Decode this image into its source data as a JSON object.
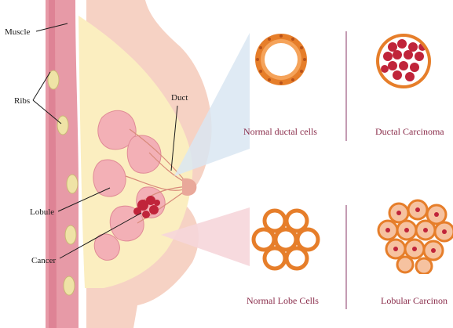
{
  "labels": {
    "muscle": "Muscle",
    "ribs": "Ribs",
    "duct": "Duct",
    "lobule": "Lobule",
    "cancer": "Cancer"
  },
  "panels": {
    "normal_ductal": "Normal ductal cells",
    "ductal_carcinoma": "Ductal Carcinoma",
    "normal_lobe": "Normal Lobe Cells",
    "lobular_carcinoma": "Lobular Carcinon"
  },
  "colors": {
    "skin": "#f6d2c4",
    "fat": "#fbeec0",
    "muscle": "#e79aa7",
    "rib": "#efe3a6",
    "lobe": "#f3b0b6",
    "tumor": "#c0243a",
    "cell_ring": "#e67e2a",
    "divider": "#b07a9a",
    "beam_blue": "#d9e6f2",
    "beam_pink": "#f6d6da"
  }
}
